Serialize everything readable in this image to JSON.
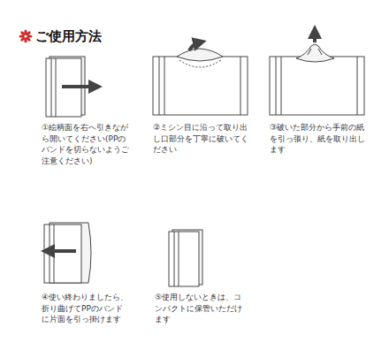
{
  "diagram": {
    "title": "ご使用方法",
    "labels": [
      "①絵柄面を右へ引きながら開いてください(PPのバンドを切らないようご注意ください)",
      "②ミシン目に沿って取り出し口部分を丁寧に破いてください",
      "③破いた部分から手前の紙を引っ張り、紙を取り出します",
      "④使い終わりましたら、折り曲げてPPのバンドに片面を引っ掛けます",
      "⑤使用しないときは、コンパクトに保管いただけます"
    ]
  }
}
